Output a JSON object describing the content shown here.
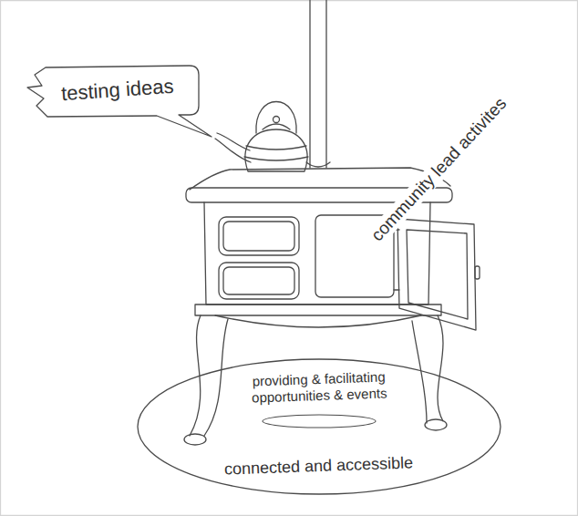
{
  "diagram": {
    "nodes": [
      {
        "text": [
          "testing ideas"
        ]
      },
      {
        "text": [
          "providing & facilitating opportunities & events",
          "connected and accessible"
        ]
      }
    ],
    "labels": [
      "community lead activites"
    ]
  }
}
